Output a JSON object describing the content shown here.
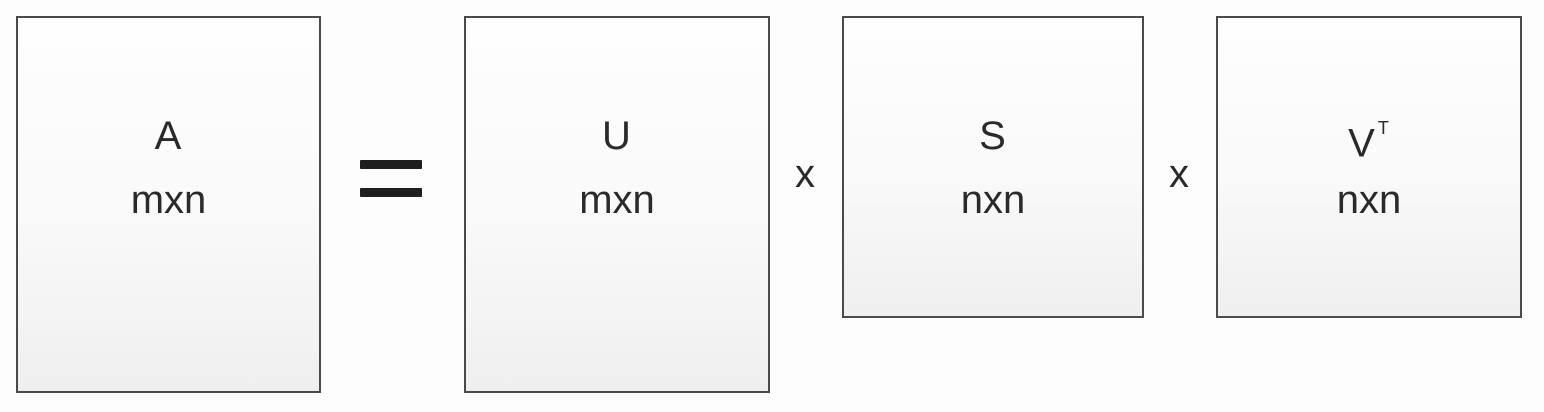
{
  "equation": {
    "lhs": {
      "name": "A",
      "dims": "mxn"
    },
    "equals_sign": "=",
    "rhs": [
      {
        "name": "U",
        "dims": "mxn"
      },
      {
        "operator": "x"
      },
      {
        "name": "S",
        "dims": "nxn"
      },
      {
        "operator": "x"
      },
      {
        "name": "V",
        "superscript": "T",
        "dims": "nxn"
      }
    ]
  }
}
